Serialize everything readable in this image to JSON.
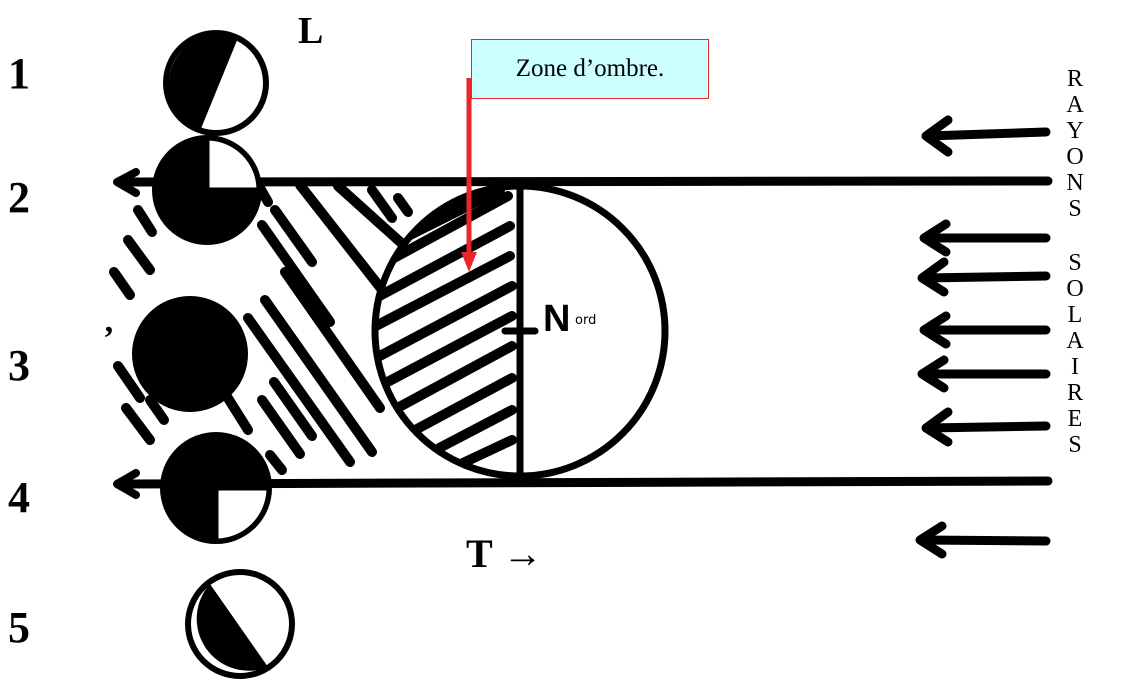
{
  "moon_label": "L",
  "earth_label": "T",
  "earth_arrow": "→",
  "callout": "Zone d’ombre.",
  "north_letter": "N",
  "north_rest": "ord",
  "positions": [
    "1",
    "2",
    "3",
    "4",
    "5"
  ],
  "vertical_words": [
    "RAYONS",
    "SOLAIRES"
  ],
  "colors": {
    "callout_fill": "#ccffff",
    "callout_border": "#e8262b",
    "pointer": "#e8262b",
    "ink": "#000000"
  }
}
